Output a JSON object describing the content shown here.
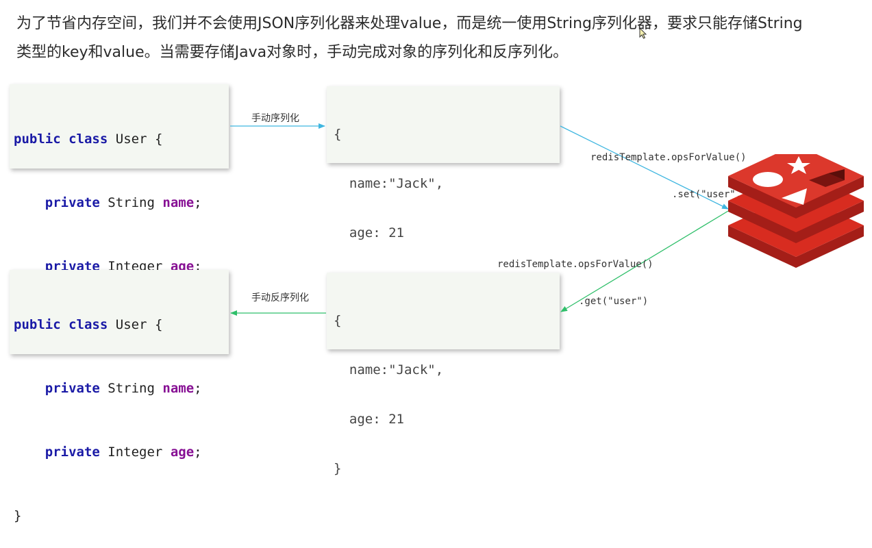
{
  "intro": {
    "line1": "为了节省内存空间，我们并不会使用JSON序列化器来处理value，而是统一使用String序列化器，要求只能存储String",
    "line2": "类型的key和value。当需要存储Java对象时，手动完成对象的序列化和反序列化。"
  },
  "java_class": {
    "kw_public": "public",
    "kw_class": "class",
    "class_name": "User",
    "open_brace": "{",
    "kw_private": "private",
    "type_string": "String",
    "field_name": "name",
    "type_integer": "Integer",
    "field_age": "age",
    "semicolon": ";",
    "close_brace": "}"
  },
  "json_doc": {
    "open": "{",
    "name_line": "name:\"Jack\",",
    "age_line": "age: 21",
    "close": "}"
  },
  "edges": {
    "serialize_label": "手动序列化",
    "deserialize_label": "手动反序列化"
  },
  "redis_cmds": {
    "set_line1": "redisTemplate.opsForValue()",
    "set_line2": ".set(\"user\", jsonStr)",
    "get_line1": "redisTemplate.opsForValue()",
    "get_line2": ".get(\"user\")"
  },
  "icons": {
    "redis": "redis-logo-icon",
    "cursor": "mouse-cursor-icon"
  },
  "colors": {
    "serialize_arrow": "#3fb6e0",
    "deserialize_arrow": "#2fbf6a",
    "redis_red": "#d82c20",
    "keyword": "#1a1aa6",
    "field": "#871094",
    "box_bg": "#f4f7f2"
  }
}
